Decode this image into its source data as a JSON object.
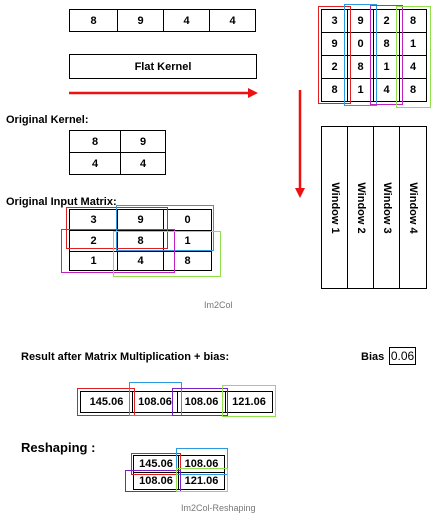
{
  "flat_kernel_values": [
    "8",
    "9",
    "4",
    "4"
  ],
  "flat_kernel_label": "Flat Kernel",
  "original_kernel": {
    "title": "Original Kernel:",
    "rows": [
      [
        "8",
        "9"
      ],
      [
        "4",
        "4"
      ]
    ]
  },
  "original_input": {
    "title": "Original Input Matrix:",
    "rows": [
      [
        "3",
        "9",
        "0"
      ],
      [
        "2",
        "8",
        "1"
      ],
      [
        "1",
        "4",
        "8"
      ]
    ]
  },
  "im2col_matrix": {
    "rows": [
      [
        "3",
        "9",
        "2",
        "8"
      ],
      [
        "9",
        "0",
        "8",
        "1"
      ],
      [
        "2",
        "8",
        "1",
        "4"
      ],
      [
        "8",
        "1",
        "4",
        "8"
      ]
    ]
  },
  "windows": [
    "Window 1",
    "Window 2",
    "Window 3",
    "Window 4"
  ],
  "im2col_caption": "Im2Col",
  "result_label": "Result after Matrix Multiplication + bias:",
  "bias": {
    "label": "Bias",
    "value": "0.06"
  },
  "result_values": [
    "145.06",
    "108.06",
    "108.06",
    "121.06"
  ],
  "reshaping": {
    "label": "Reshaping :",
    "rows": [
      [
        "145.06",
        "108.06"
      ],
      [
        "108.06",
        "121.06"
      ]
    ]
  },
  "reshaping_caption": "Im2Col-Reshaping",
  "colors": {
    "window1": "#e02020",
    "window2": "#2a9be0",
    "window3": "#9b30c8",
    "window4": "#8fe04a",
    "arrow": "#ee1111"
  }
}
